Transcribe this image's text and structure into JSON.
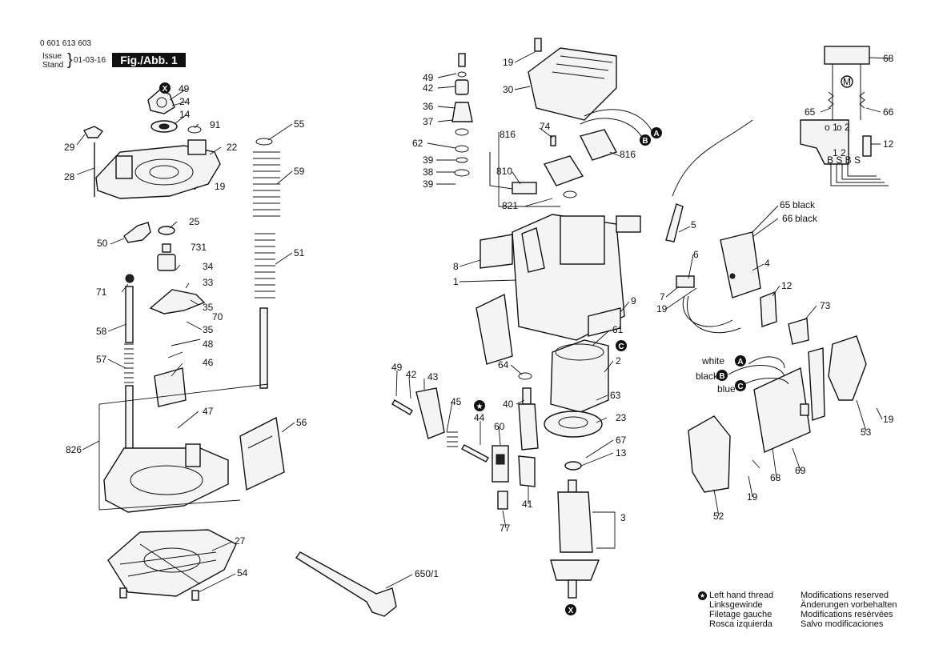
{
  "header": {
    "part_number": "0 601 613 603",
    "issue_label": "Issue",
    "stand_label": "Stand",
    "date": "01-03-16",
    "figure": "Fig./Abb. 1"
  },
  "callouts": {
    "p49a": "49",
    "p24": "24",
    "p14": "14",
    "p91": "91",
    "p29": "29",
    "p22": "22",
    "p28": "28",
    "p19a": "19",
    "p25": "25",
    "p50": "50",
    "p731": "731",
    "p34": "34",
    "p33": "33",
    "p71": "71",
    "p35a": "35",
    "p70": "70",
    "p58": "58",
    "p35b": "35",
    "p48": "48",
    "p57": "57",
    "p46": "46",
    "p55": "55",
    "p59": "59",
    "p51": "51",
    "p47": "47",
    "p56": "56",
    "p826": "826",
    "p27": "27",
    "p54": "54",
    "p6501": "650/1",
    "p49b": "49",
    "p42a": "42",
    "p36": "36",
    "p37": "37",
    "p62": "62",
    "p39a": "39",
    "p38": "38",
    "p39b": "39",
    "p19b": "19",
    "p30": "30",
    "p816a": "816",
    "p74": "74",
    "p816b": "816",
    "p810": "810",
    "p821": "821",
    "p8": "8",
    "p1": "1",
    "p5": "5",
    "p65": "65",
    "p65c": "black",
    "p66": "66",
    "p66c": "black",
    "p4": "4",
    "p6": "6",
    "p7": "7",
    "p19c": "19",
    "p12a": "12",
    "p9": "9",
    "p73": "73",
    "p61": "61",
    "p2": "2",
    "p64": "64",
    "p40": "40",
    "p63": "63",
    "p49c": "49",
    "p42b": "42",
    "p43": "43",
    "p45": "45",
    "p44": "44",
    "p23": "23",
    "p60": "60",
    "p67": "67",
    "p13": "13",
    "p41": "41",
    "p77": "77",
    "p3": "3",
    "white": "white",
    "black": "black",
    "blue": "blue",
    "p19d": "19",
    "p53": "53",
    "p68a": "68",
    "p69": "69",
    "p52": "52",
    "p19e": "19",
    "p68b": "68",
    "p65s": "65",
    "p66s": "66",
    "p12b": "12",
    "mark_x": "X",
    "mark_a": "A",
    "mark_b": "B",
    "mark_c": "C",
    "motor_m": "M",
    "sw_o1": "o 1",
    "sw_o2": "o 2",
    "sw_12": "1  2",
    "sw_bsbs": "B S B S"
  },
  "legend": {
    "star_note": [
      "Left hand thread",
      "Linksgewinde",
      "Filetage gauche",
      "Rosca izquierda"
    ],
    "mods": [
      "Modifications reserved",
      "Änderungen vorbehalten",
      "Modifications resérvées",
      "Salvo modificaciones"
    ]
  }
}
